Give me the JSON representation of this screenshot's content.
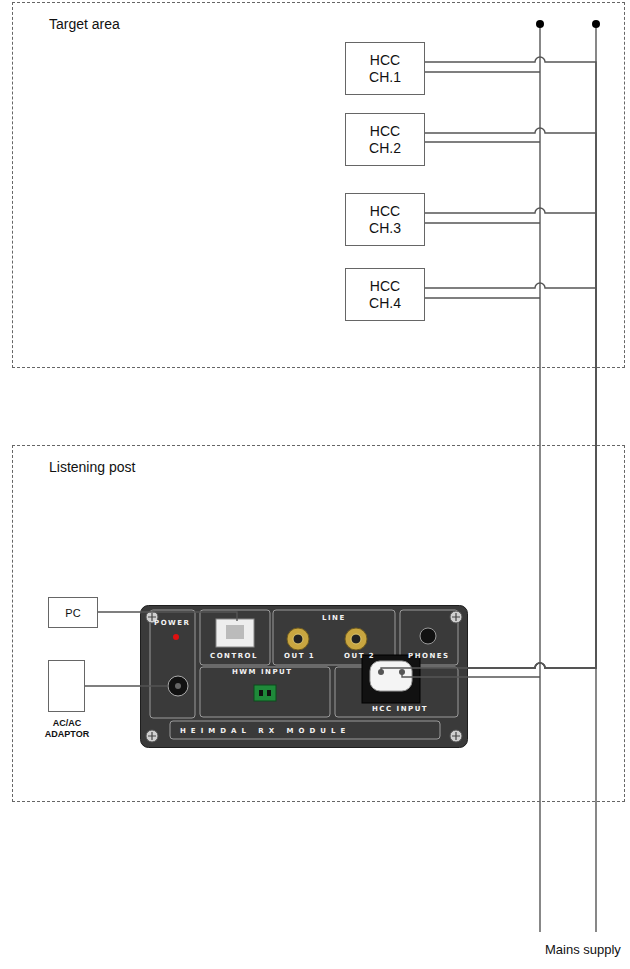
{
  "diagram": {
    "nodes": [
      {
        "text": [
          "Target area"
        ]
      },
      {
        "text": [
          "HCC CH.1"
        ],
        "in": 0
      },
      {
        "text": [
          "HCC CH.2"
        ],
        "in": 0
      },
      {
        "text": [
          "HCC CH.3"
        ],
        "in": 0
      },
      {
        "text": [
          "HCC CH.4"
        ],
        "in": 0
      },
      {
        "text": [
          "Listening post"
        ]
      },
      {
        "text": [
          "PC"
        ],
        "in": 5
      },
      {
        "text": [
          "AC/AC ADAPTOR"
        ],
        "in": 5
      },
      {
        "text": [
          "POWER",
          "CONTROL",
          "LINE",
          "OUT 1",
          "OUT 2",
          "PHONES",
          "HWM INPUT",
          "HEIMDAL RX MODULE",
          "HCC INPUT"
        ],
        "in": 5
      }
    ],
    "edges": [
      {
        "from": 6,
        "to": 8,
        "arrow": "none"
      },
      {
        "from": 7,
        "to": 8,
        "arrow": "none"
      },
      {
        "from": 1,
        "to": 8,
        "arrow": "none"
      },
      {
        "from": 2,
        "to": 8,
        "arrow": "none"
      },
      {
        "from": 3,
        "to": 8,
        "arrow": "none"
      },
      {
        "from": 4,
        "to": 8,
        "arrow": "none"
      }
    ],
    "labels": [
      "Mains supply"
    ]
  }
}
